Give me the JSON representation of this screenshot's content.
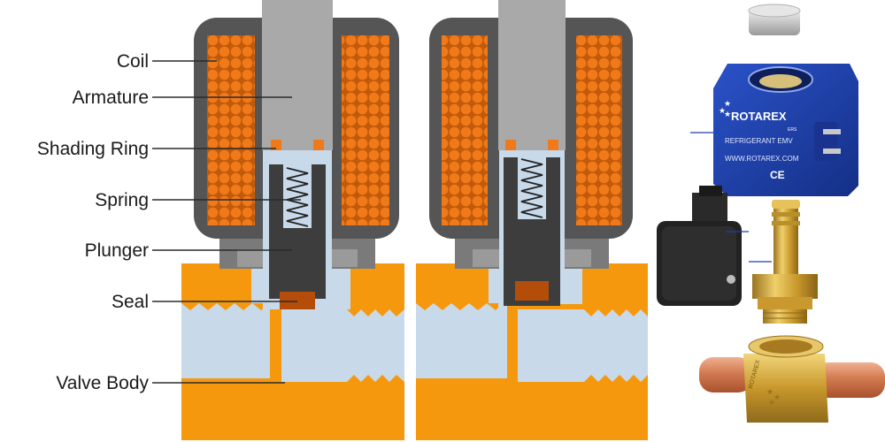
{
  "labels": {
    "coil": "Coil",
    "armature": "Armature",
    "shading_ring": "Shading Ring",
    "spring": "Spring",
    "plunger": "Plunger",
    "seal": "Seal",
    "valve_body": "Valve Body"
  },
  "product": {
    "brand": "ROTAREX",
    "brand_sub": "ERS",
    "line1": "REFRIGERANT EMV",
    "line2": "WWW.ROTAREX.COM",
    "mark": "CE",
    "body_marking": "ROTAREX"
  },
  "colors": {
    "coil_housing": "#555555",
    "copper_winding": "#f07a1a",
    "armature": "#a9a9a9",
    "plunger": "#3d3d3d",
    "valve_body": "#f5980d",
    "fluid": "#c8d9ea",
    "seal": "#b54d0a",
    "coil_box": "#1d3fa8",
    "brass": "#d4a531",
    "copper_pipe": "#d07a52"
  }
}
